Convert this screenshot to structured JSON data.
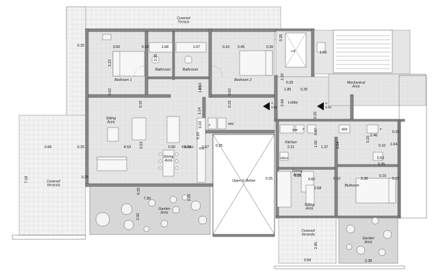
{
  "rooms": {
    "covered_terrace": "Covered\nTerrace",
    "bedroom1": "Bedroom 1",
    "bathroom_a": "Bathroom",
    "bathroom_b": "Bathroom",
    "bedroom2": "Bedroom 2",
    "mechanical_area": "Mechanical\nArea",
    "lobby": "Lobby",
    "sitting_area": "Sitting\nArea",
    "kitchen": "Kitchen",
    "dining_area": "Dining\nArea",
    "covered_veranda": "Covered\nVeranda",
    "open_to_below": "Open to Below",
    "garden_area": "Garden\nArea",
    "kitchen2": "Kitchen",
    "dining_area2": "Dining\nArea",
    "bedroom3": "Bedroom",
    "sitting_area2": "Sitting\nArea",
    "covered_veranda2": "Covered\nVeranda",
    "garden_area2": "Garden\nArea"
  },
  "tags": {
    "lift": "Lift",
    "wm1": "WM",
    "wm2": "WM",
    "dw1": "DW",
    "dw2": "DW",
    "f1": "F",
    "f2": "F",
    "f3": "F",
    "micro": "Micro",
    "section_a1": "A",
    "section_a1_num": "3.01",
    "section_a2": "A",
    "section_a2_num": "3.02"
  },
  "dims": [
    {
      "text": "0.25"
    },
    {
      "text": "3.60"
    },
    {
      "text": "0.10"
    },
    {
      "text": "1.68"
    },
    {
      "text": "1.67"
    },
    {
      "text": "0.10"
    },
    {
      "text": "3.45"
    },
    {
      "text": "0.30"
    },
    {
      "text": "0.20"
    },
    {
      "text": "2.30"
    },
    {
      "text": "3.23"
    },
    {
      "text": "2.32"
    },
    {
      "text": "1.65"
    },
    {
      "text": "0.62"
    },
    {
      "text": "0.10"
    },
    {
      "text": "0.25"
    },
    {
      "text": "1.85"
    },
    {
      "text": "0.25"
    },
    {
      "text": "0.10"
    },
    {
      "text": "1.14"
    },
    {
      "text": "2.64"
    },
    {
      "text": "0.62"
    },
    {
      "text": "0.19"
    },
    {
      "text": "1.05"
    },
    {
      "text": "0.10"
    },
    {
      "text": "3.68"
    },
    {
      "text": "0.25"
    },
    {
      "text": "4.53"
    },
    {
      "text": "3.03"
    },
    {
      "text": "0.90"
    },
    {
      "text": "1.20"
    },
    {
      "text": "0.67"
    },
    {
      "text": "0.25"
    },
    {
      "text": "0.10"
    },
    {
      "text": "7.18"
    },
    {
      "text": "0.25"
    },
    {
      "text": "7.30"
    },
    {
      "text": "0.25"
    },
    {
      "text": "0.25"
    },
    {
      "text": "2.92"
    },
    {
      "text": "2.21"
    },
    {
      "text": "0.87"
    },
    {
      "text": "1.37"
    },
    {
      "text": "1.04"
    },
    {
      "text": "1.00"
    },
    {
      "text": "3.60"
    },
    {
      "text": "0.25"
    },
    {
      "text": "2.68"
    },
    {
      "text": "0.10"
    },
    {
      "text": "3.38"
    },
    {
      "text": "0.25"
    },
    {
      "text": "0.25"
    },
    {
      "text": "2.85"
    },
    {
      "text": "3.58"
    },
    {
      "text": "3.38"
    },
    {
      "text": "2.46"
    },
    {
      "text": "0.62"
    },
    {
      "text": "0.25"
    },
    {
      "text": "0.10"
    },
    {
      "text": "1.04"
    },
    {
      "text": "0.25"
    },
    {
      "text": "0.25"
    },
    {
      "text": "0.10"
    },
    {
      "text": "0.25"
    }
  ]
}
